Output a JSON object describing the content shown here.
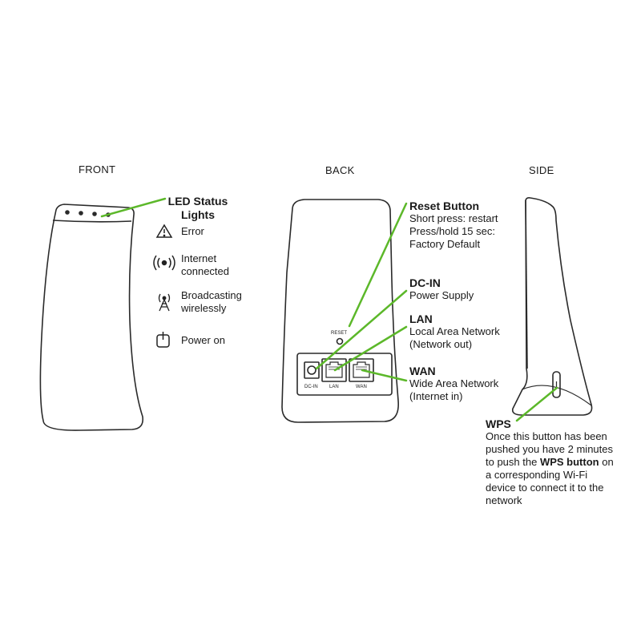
{
  "views": {
    "front": "FRONT",
    "back": "BACK",
    "side": "SIDE"
  },
  "led": {
    "title_line1": "LED Status",
    "title_line2": "Lights",
    "items": [
      {
        "icon": "warning-triangle-icon",
        "line1": "Error",
        "line2": ""
      },
      {
        "icon": "internet-signal-icon",
        "line1": "Internet",
        "line2": "connected"
      },
      {
        "icon": "broadcast-tower-icon",
        "line1": "Broadcasting",
        "line2": "wirelessly"
      },
      {
        "icon": "power-icon",
        "line1": "Power on",
        "line2": ""
      }
    ]
  },
  "ports": {
    "reset_label": "RESET",
    "dcin_label": "DC-IN",
    "lan_label": "LAN",
    "wan_label": "WAN"
  },
  "callouts": {
    "reset": {
      "title": "Reset Button",
      "line1": "Short press: restart",
      "line2": "Press/hold 15 sec:",
      "line3": "Factory Default"
    },
    "dcin": {
      "title": "DC-IN",
      "line1": "Power Supply"
    },
    "lan": {
      "title": "LAN",
      "line1": "Local Area Network",
      "line2": "(Network out)"
    },
    "wan": {
      "title": "WAN",
      "line1": "Wide Area Network",
      "line2": "(Internet in)"
    },
    "wps": {
      "title": "WPS",
      "line1": "Once this button has been",
      "line2": "pushed you have 2 minutes",
      "line3_pre": "to push the ",
      "line3_bold": "WPS button",
      "line3_post": " on",
      "line4": "a corresponding Wi-Fi",
      "line5": "device to connect it to the",
      "line6": "network"
    }
  },
  "colors": {
    "callout_line": "#5cb82a",
    "outline": "#2a2a2a"
  }
}
